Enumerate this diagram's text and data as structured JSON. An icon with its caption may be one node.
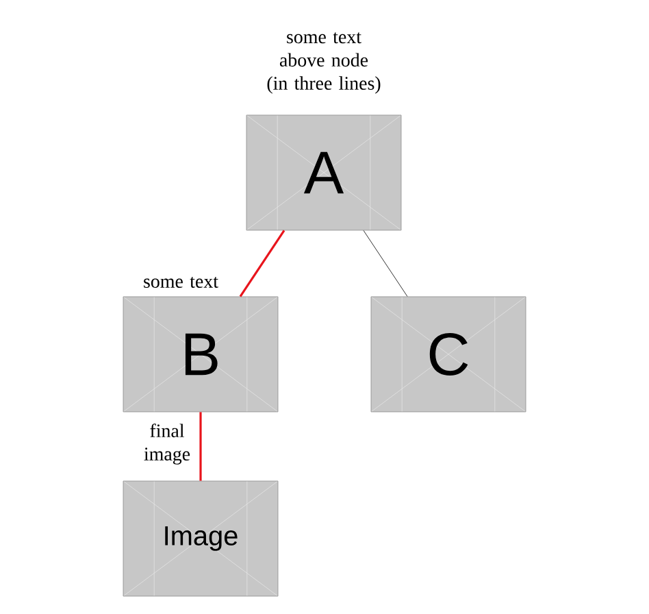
{
  "diagram": {
    "nodes": [
      {
        "text": [
          "A"
        ],
        "beside": [
          "some text above node (in three lines)"
        ]
      },
      {
        "text": [
          "B"
        ],
        "beside": [
          "some text"
        ]
      },
      {
        "text": [
          "C"
        ]
      },
      {
        "text": [
          "Image"
        ],
        "beside": [
          "final image"
        ]
      }
    ],
    "edges": [
      {
        "from": 0,
        "to": 1,
        "arrow": "none"
      },
      {
        "from": 0,
        "to": 2,
        "arrow": "none",
        "color": "#333333"
      },
      {
        "from": 1,
        "to": 3,
        "arrow": "none"
      }
    ]
  }
}
